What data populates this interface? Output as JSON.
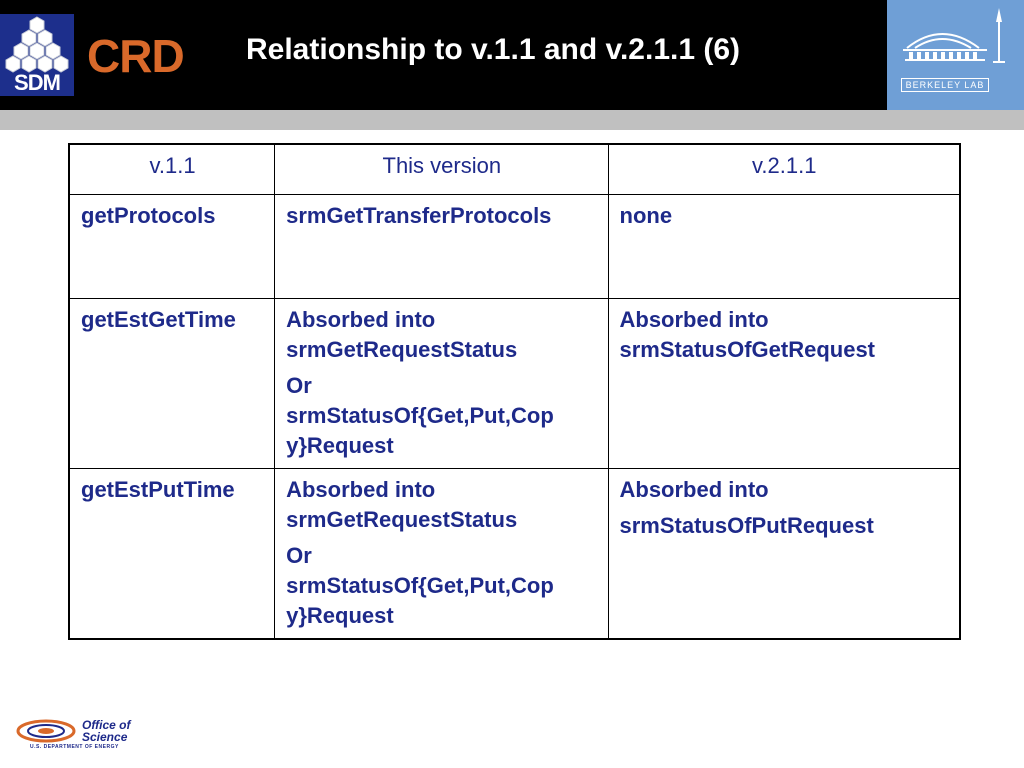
{
  "header": {
    "sdm_logo_text": "SDM",
    "crd_logo_text": "CRD",
    "title": "Relationship to v.1.1 and v.2.1.1 (6)",
    "lab_logo_text": "BERKELEY LAB"
  },
  "table": {
    "headers": [
      "v.1.1",
      "This version",
      "v.2.1.1"
    ],
    "rows": [
      {
        "v11": [
          "getProtocols"
        ],
        "this_version": [
          "srmGetTransferProtocols"
        ],
        "v211": [
          "none"
        ]
      },
      {
        "v11": [
          "getEstGetTime"
        ],
        "this_version": [
          "Absorbed into",
          "srmGetRequestStatus",
          "Or",
          "srmStatusOf{Get,Put,Cop",
          "y}Request"
        ],
        "v211": [
          "Absorbed into",
          "srmStatusOfGetRequest"
        ]
      },
      {
        "v11": [
          "getEstPutTime"
        ],
        "this_version": [
          "Absorbed into",
          "srmGetRequestStatus",
          "Or",
          "srmStatusOf{Get,Put,Cop",
          "y}Request"
        ],
        "v211": [
          "Absorbed into",
          "srmStatusOfPutRequest"
        ]
      }
    ]
  },
  "footer": {
    "office_line1": "Office of",
    "office_line2": "Science",
    "doe_text": "U.S. DEPARTMENT OF ENERGY"
  },
  "colors": {
    "header_bg": "#000000",
    "crd_orange": "#d9692a",
    "sdm_blue": "#1d2f8c",
    "lab_blue": "#6f9fd6",
    "text_blue": "#1e2a8a",
    "gray_bar": "#c0c0c0"
  }
}
